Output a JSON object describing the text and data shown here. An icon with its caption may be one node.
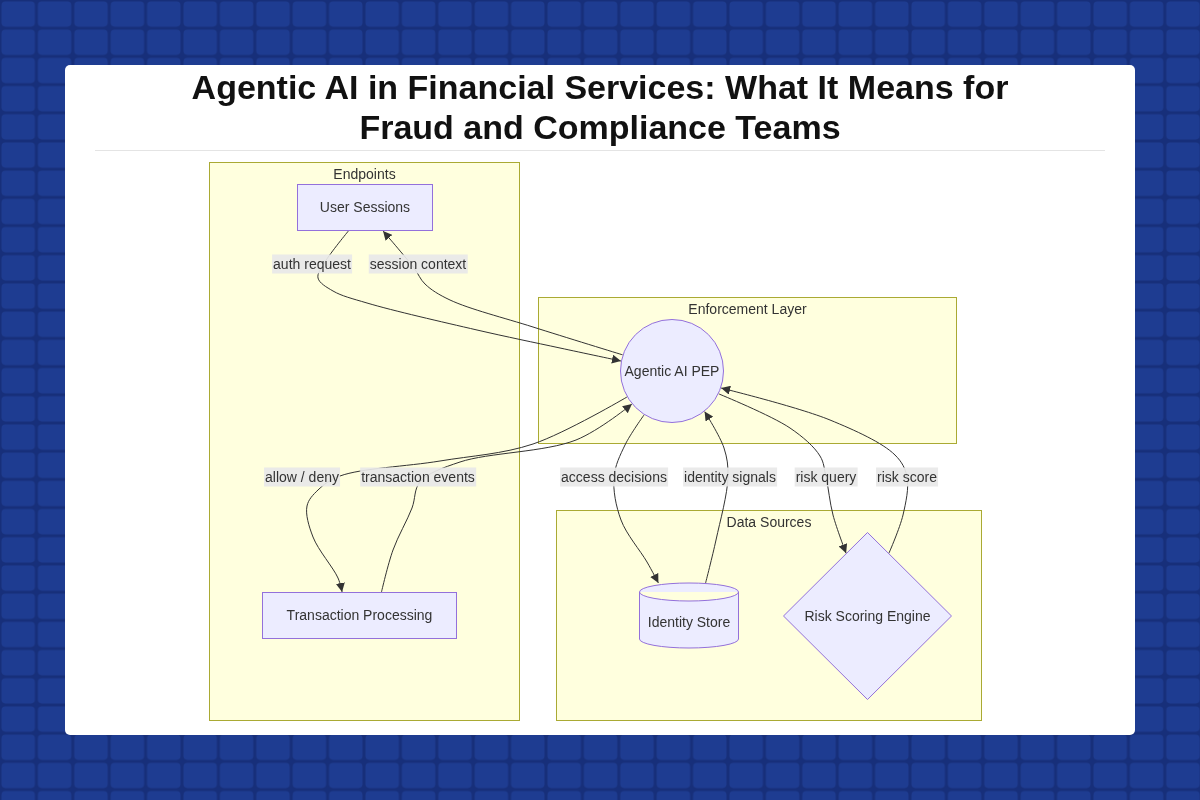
{
  "diagram": {
    "title": "Agentic AI in Financial Services: What It Means for Fraud and Compliance Teams",
    "nodes": [
      {
        "text": [
          "Endpoints"
        ]
      },
      {
        "text": [
          "User Sessions"
        ],
        "in": 0
      },
      {
        "text": [
          "Transaction Processing"
        ],
        "in": 0
      },
      {
        "text": [
          "Enforcement Layer"
        ]
      },
      {
        "text": [
          "Agentic AI PEP"
        ],
        "in": 3
      },
      {
        "text": [
          "Data Sources"
        ]
      },
      {
        "text": [
          "Identity Store"
        ],
        "in": 5
      },
      {
        "text": [
          "Risk Scoring Engine"
        ],
        "in": 5
      }
    ],
    "edges": [
      {
        "from": 1,
        "to": 4,
        "label": "auth request",
        "arrow": "to"
      },
      {
        "from": 4,
        "to": 1,
        "label": "session context",
        "arrow": "to"
      },
      {
        "from": 4,
        "to": 2,
        "label": "allow / deny",
        "arrow": "to"
      },
      {
        "from": 2,
        "to": 4,
        "label": "transaction events",
        "arrow": "to"
      },
      {
        "from": 4,
        "to": 6,
        "label": "access decisions",
        "arrow": "to"
      },
      {
        "from": 6,
        "to": 4,
        "label": "identity signals",
        "arrow": "to"
      },
      {
        "from": 4,
        "to": 7,
        "label": "risk query",
        "arrow": "to"
      },
      {
        "from": 7,
        "to": 4,
        "label": "risk score",
        "arrow": "to"
      }
    ]
  }
}
